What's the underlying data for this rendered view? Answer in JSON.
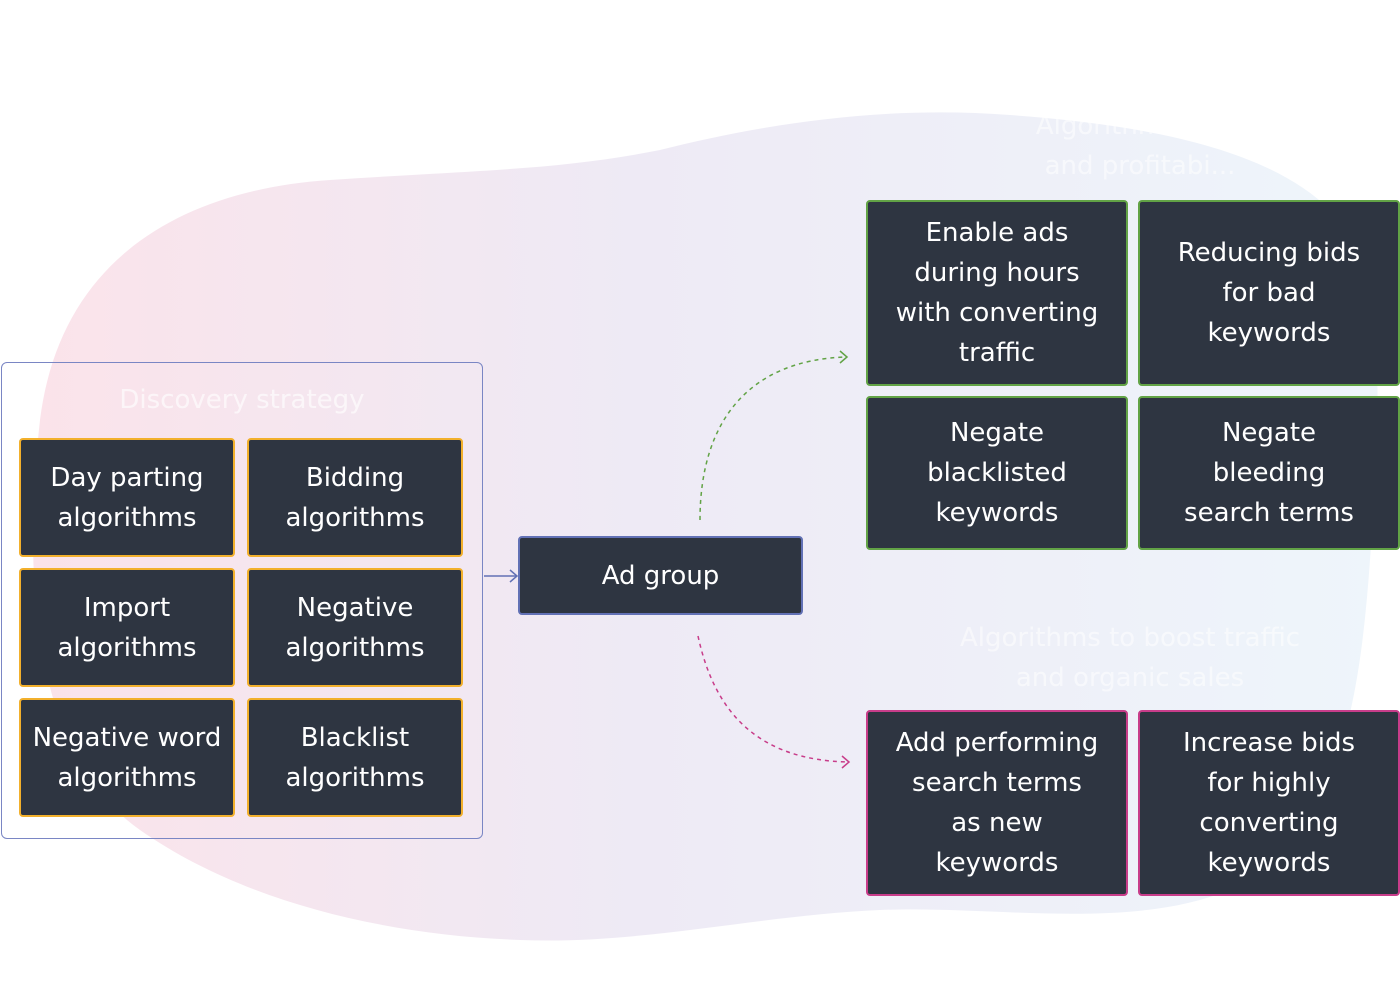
{
  "discovery": {
    "title": "Discovery strategy",
    "items": [
      "Day parting\nalgorithms",
      "Bidding\nalgorithms",
      "Import\nalgorithms",
      "Negative\nalgorithms",
      "Negative word\nalgorithms",
      "Blacklist\nalgorithms"
    ]
  },
  "center": {
    "label": "Ad group"
  },
  "profit_group": {
    "title": "Algorithms to ...\nand profitabi...",
    "items": [
      "Enable ads\nduring hours\nwith converting\ntraffic",
      "Reducing bids\nfor bad\nkeywords",
      "Negate\nblacklisted\nkeywords",
      "Negate\nbleeding\nsearch terms"
    ]
  },
  "boost_group": {
    "title": "Algorithms to boost traffic\nand organic sales",
    "items": [
      "Add performing\nsearch terms\nas new\nkeywords",
      "Increase bids\nfor highly\nconverting\nkeywords"
    ]
  },
  "colors": {
    "box_fill": "#2e3541",
    "discovery_border": "#f2b02c",
    "profit_border": "#62a346",
    "boost_border": "#c83d8a",
    "center_border": "#6271b5",
    "panel_border": "#7a86c4"
  }
}
